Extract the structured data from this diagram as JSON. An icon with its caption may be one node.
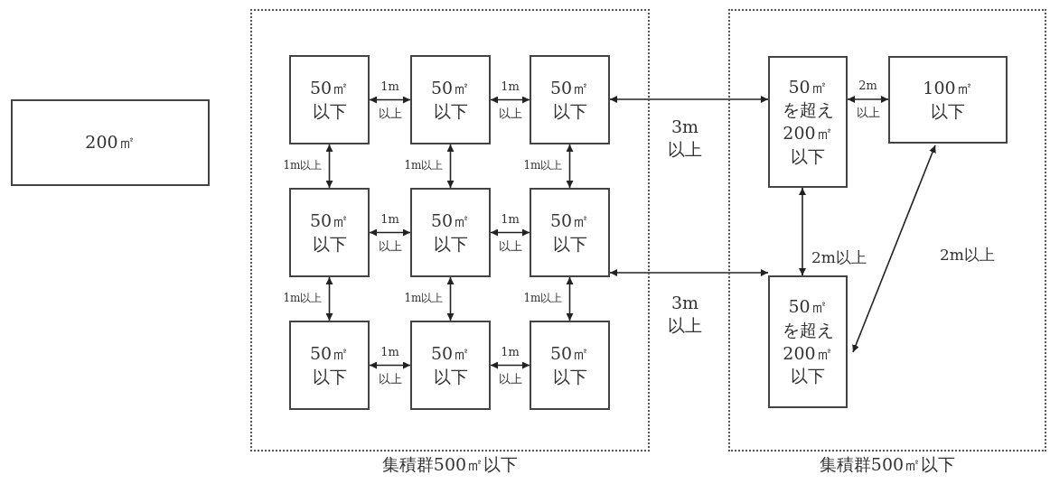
{
  "diagram": {
    "nodes": [
      {
        "text": [
          "200㎡"
        ]
      },
      {
        "text": [
          "集積群500㎡以下"
        ]
      },
      {
        "text": [
          "50㎡以下"
        ],
        "in": 1
      },
      {
        "text": [
          "50㎡以下"
        ],
        "in": 1
      },
      {
        "text": [
          "50㎡以下"
        ],
        "in": 1
      },
      {
        "text": [
          "50㎡以下"
        ],
        "in": 1
      },
      {
        "text": [
          "50㎡以下"
        ],
        "in": 1
      },
      {
        "text": [
          "50㎡以下"
        ],
        "in": 1
      },
      {
        "text": [
          "50㎡以下"
        ],
        "in": 1
      },
      {
        "text": [
          "50㎡以下"
        ],
        "in": 1
      },
      {
        "text": [
          "50㎡以下"
        ],
        "in": 1
      },
      {
        "text": [
          "集積群500㎡以下"
        ]
      },
      {
        "text": [
          "50㎡を超え200㎡以下"
        ],
        "in": 11
      },
      {
        "text": [
          "100㎡以下"
        ],
        "in": 11
      },
      {
        "text": [
          "50㎡を超え200㎡以下"
        ],
        "in": 11
      }
    ],
    "edges": [
      {
        "from": 2,
        "to": 3,
        "arrow": "both",
        "label": "1m以上"
      },
      {
        "from": 3,
        "to": 4,
        "arrow": "both",
        "label": "1m以上"
      },
      {
        "from": 2,
        "to": 5,
        "arrow": "both",
        "label": "1m以上"
      },
      {
        "from": 3,
        "to": 6,
        "arrow": "both",
        "label": "1m以上"
      },
      {
        "from": 4,
        "to": 7,
        "arrow": "both",
        "label": "1m以上"
      },
      {
        "from": 5,
        "to": 6,
        "arrow": "both",
        "label": "1m以上"
      },
      {
        "from": 6,
        "to": 7,
        "arrow": "both",
        "label": "1m以上"
      },
      {
        "from": 5,
        "to": 8,
        "arrow": "both",
        "label": "1m以上"
      },
      {
        "from": 6,
        "to": 9,
        "arrow": "both",
        "label": "1m以上"
      },
      {
        "from": 7,
        "to": 10,
        "arrow": "both",
        "label": "1m以上"
      },
      {
        "from": 8,
        "to": 9,
        "arrow": "both",
        "label": "1m以上"
      },
      {
        "from": 9,
        "to": 10,
        "arrow": "both",
        "label": "1m以上"
      },
      {
        "from": 4,
        "to": 12,
        "arrow": "both",
        "label": "3m以上"
      },
      {
        "from": 12,
        "to": 13,
        "arrow": "both",
        "label": "2m以上"
      },
      {
        "from": 7,
        "to": 14,
        "arrow": "both",
        "label": "3m以上"
      },
      {
        "from": 12,
        "to": 14,
        "arrow": "both",
        "label": "2m以上"
      },
      {
        "from": 14,
        "to": 13,
        "arrow": "both",
        "label": "2m以上"
      }
    ]
  }
}
